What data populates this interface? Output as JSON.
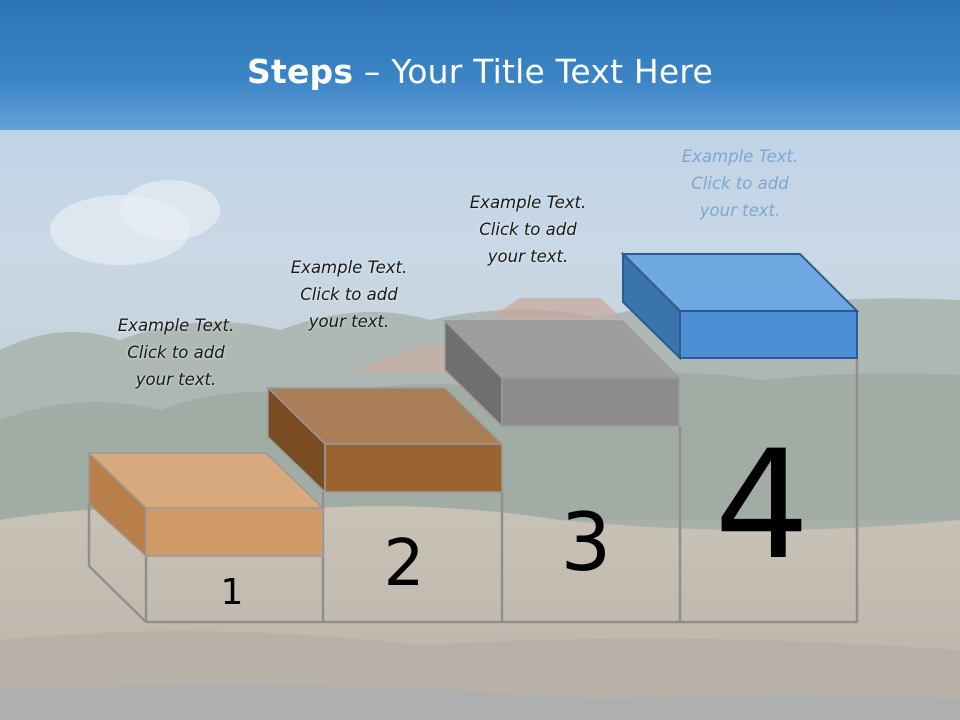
{
  "title": {
    "bold": "Steps",
    "dash": " – ",
    "rest": "Your Title Text Here"
  },
  "steps": [
    {
      "number": "1",
      "lines": [
        "Example Text.",
        "Click  to add",
        "your text."
      ],
      "color": "#c8915a"
    },
    {
      "number": "2",
      "lines": [
        "Example Text.",
        "Click  to add",
        "your text."
      ],
      "color": "#99602a"
    },
    {
      "number": "3",
      "lines": [
        "Example Text.",
        "Click  to add",
        "your text."
      ],
      "color": "#8c8c8c"
    },
    {
      "number": "4",
      "lines": [
        "Example Text.",
        "Click  to add",
        "your text."
      ],
      "color": "#4a8ed4"
    }
  ],
  "colors": {
    "title_band": "#2e74b5",
    "accent_blue": "#4a8ed4"
  }
}
